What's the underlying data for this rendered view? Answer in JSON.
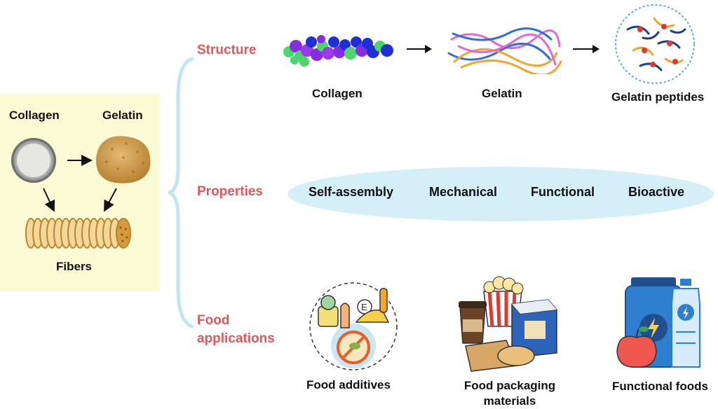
{
  "left_panel": {
    "collagen_label": "Collagen",
    "gelatin_label": "Gelatin",
    "fibers_label": "Fibers"
  },
  "sections": {
    "structure": "Structure",
    "properties": "Properties",
    "food_applications": "Food\napplications"
  },
  "structure": {
    "items": [
      "Collagen",
      "Gelatin",
      "Gelatin peptides"
    ]
  },
  "properties": {
    "items": [
      "Self-assembly",
      "Mechanical",
      "Functional",
      "Bioactive"
    ]
  },
  "applications": {
    "items": [
      "Food additives",
      "Food packaging\nmaterials",
      "Functional foods"
    ]
  },
  "icons": {
    "collagen_dish": "petri-dish-icon",
    "gelatin_powder": "powder-pile-icon",
    "fibers": "fiber-bundle-icon",
    "collagen_molecule": "triple-helix-icon",
    "gelatin_strands": "tangled-strands-icon",
    "peptides": "peptide-network-icon",
    "additives": "food-additives-icon",
    "packaging": "food-packaging-icon",
    "functional_foods": "functional-foods-icon"
  },
  "colors": {
    "section_label": "#e0585c",
    "left_panel_bg": "#fafad4",
    "properties_bg": "#d4eff7",
    "brace": "#bfe6f2"
  }
}
